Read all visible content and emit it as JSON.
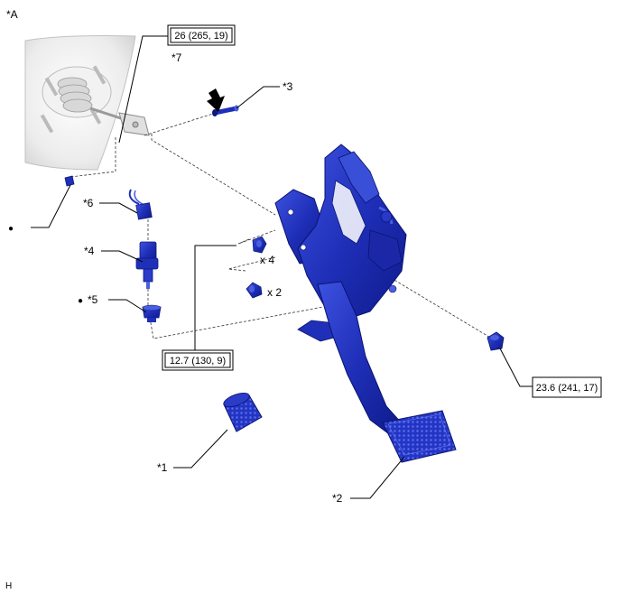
{
  "figure_id": "*A",
  "footer_code": "H",
  "callouts": {
    "c1": "*1",
    "c2": "*2",
    "c3": "*3",
    "c4": "*4",
    "c5": "*5",
    "c6": "*6",
    "c7": "*7"
  },
  "bullets": {
    "b_left": "●",
    "b_c5": "●"
  },
  "quantities": {
    "q4": "x 4",
    "q2": "x 2"
  },
  "torque": {
    "t26": "26 (265, 19)",
    "t127": "12.7 (130, 9)",
    "t236": "23.6 (241, 17)"
  },
  "colors": {
    "part_blue": "#1f2fb8",
    "part_blue_dark": "#0d1880",
    "part_blue_light": "#4a5fe0",
    "booster_gray": "#e6e6e6",
    "booster_edge": "#b5b5b5",
    "line": "#000000"
  }
}
